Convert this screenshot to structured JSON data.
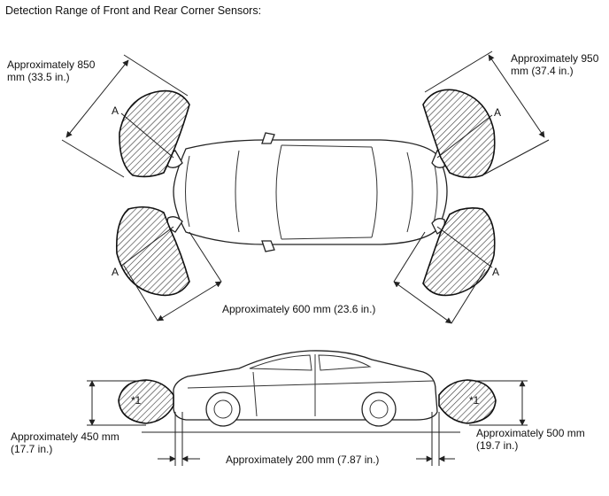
{
  "title": "Detection Range of Front and Rear Corner Sensors:",
  "top_view": {
    "front_left_range": [
      "Approximately 850",
      "mm (33.5 in.)"
    ],
    "rear_right_range": [
      "Approximately 950",
      "mm (37.4 in.)"
    ],
    "bottom_range": "Approximately 600 mm (23.6 in.)",
    "marker_a": "A"
  },
  "side_view": {
    "left_height": [
      "Approximately 450 mm",
      "(17.7 in.)"
    ],
    "right_height": [
      "Approximately 500 mm",
      "(19.7 in.)"
    ],
    "bottom_range": "Approximately 200 mm (7.87 in.)",
    "note_marker": "*1"
  }
}
